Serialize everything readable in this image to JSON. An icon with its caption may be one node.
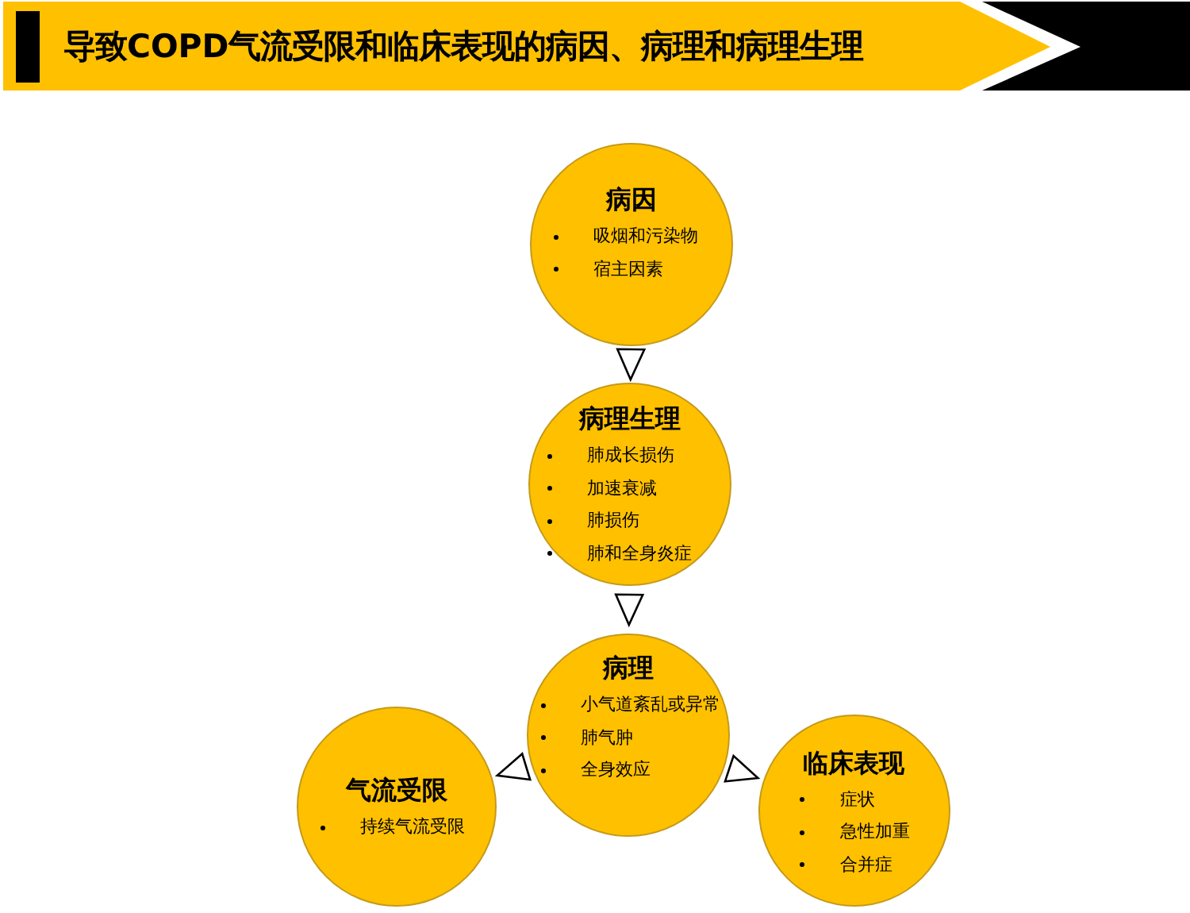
{
  "diagram": {
    "title": "导致COPD气流受限和临床表现的病因、病理和病理生理",
    "nodes": [
      {
        "text": [
          "病因",
          "吸烟和污染物",
          "宿主因素"
        ]
      },
      {
        "text": [
          "病理生理",
          "肺成长损伤",
          "加速衰减",
          "肺损伤",
          "肺和全身炎症"
        ]
      },
      {
        "text": [
          "病理",
          "小气道紊乱或异常",
          "肺气肿",
          "全身效应"
        ]
      },
      {
        "text": [
          "气流受限",
          "持续气流受限"
        ]
      },
      {
        "text": [
          "临床表现",
          "症状",
          "急性加重",
          "合并症"
        ]
      }
    ],
    "edges": [
      {
        "from": 0,
        "to": 1,
        "arrow": "to"
      },
      {
        "from": 1,
        "to": 2,
        "arrow": "to"
      },
      {
        "from": 2,
        "to": 3,
        "arrow": "to"
      },
      {
        "from": 2,
        "to": 4,
        "arrow": "to"
      }
    ]
  }
}
